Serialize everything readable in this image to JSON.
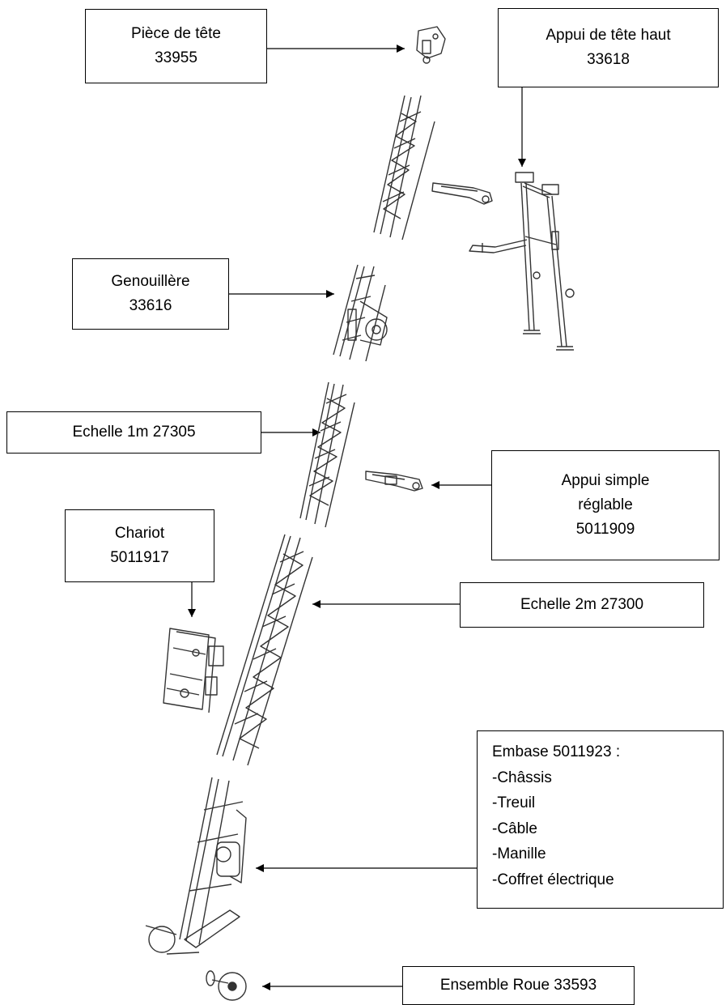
{
  "labels": {
    "piece_de_tete": {
      "lines": [
        "Pièce de tête",
        "33955"
      ]
    },
    "appui_de_tete_haut": {
      "lines": [
        "Appui de tête haut",
        "33618"
      ]
    },
    "genouillere": {
      "lines": [
        "Genouillère",
        "33616"
      ]
    },
    "echelle_1m": {
      "lines": [
        "Echelle 1m 27305"
      ]
    },
    "appui_simple": {
      "lines": [
        "Appui simple",
        "réglable",
        "5011909"
      ]
    },
    "chariot": {
      "lines": [
        "Chariot",
        "5011917"
      ]
    },
    "echelle_2m": {
      "lines": [
        "Echelle 2m 27300"
      ]
    },
    "embase": {
      "lines": [
        "Embase 5011923 :",
        "-Châssis",
        "-Treuil",
        "-Câble",
        "-Manille",
        "-Coffret électrique"
      ]
    },
    "ensemble_roue": {
      "lines": [
        "Ensemble Roue 33593"
      ]
    }
  },
  "colors": {
    "line": "#000000",
    "part_stroke": "#333333",
    "background": "#ffffff"
  }
}
